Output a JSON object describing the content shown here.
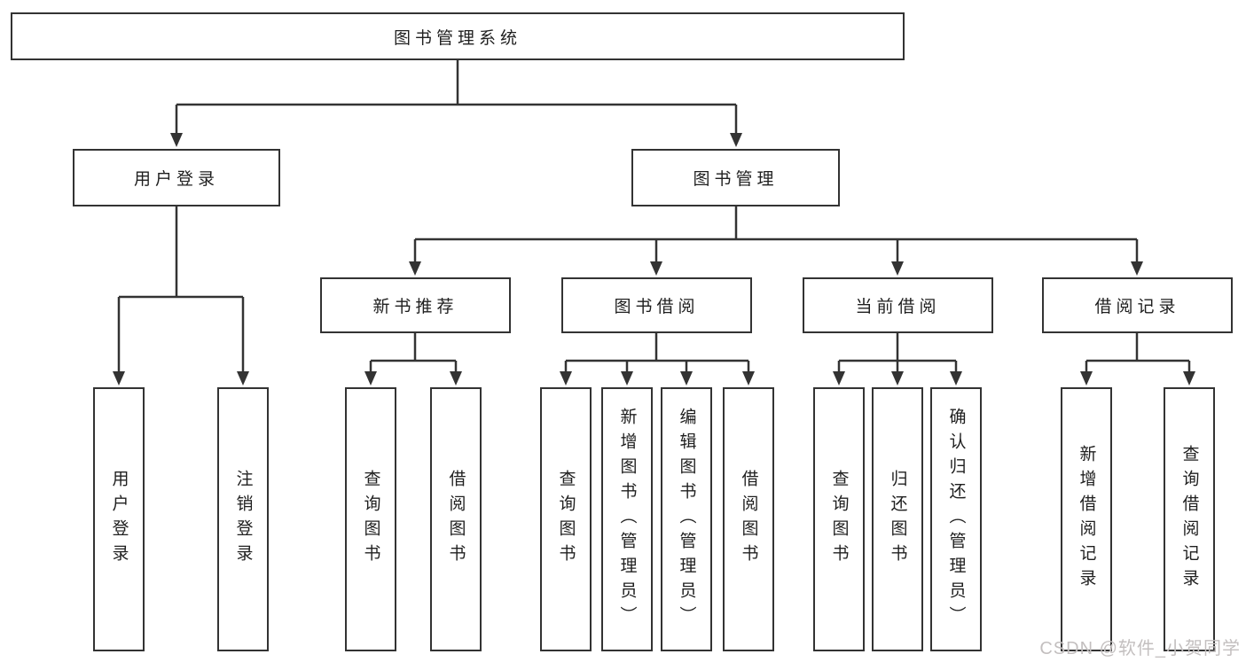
{
  "diagram_title": "图书管理系统",
  "tree": {
    "root": {
      "label": "图书管理系统",
      "children": [
        {
          "label": "用户登录",
          "children": [
            {
              "label": "用户登录"
            },
            {
              "label": "注销登录"
            }
          ]
        },
        {
          "label": "图书管理",
          "children": [
            {
              "label": "新书推荐",
              "children": [
                {
                  "label": "查询图书"
                },
                {
                  "label": "借阅图书"
                }
              ]
            },
            {
              "label": "图书借阅",
              "children": [
                {
                  "label": "查询图书"
                },
                {
                  "label": "新增图书（管理员）"
                },
                {
                  "label": "编辑图书（管理员）"
                },
                {
                  "label": "借阅图书"
                }
              ]
            },
            {
              "label": "当前借阅",
              "children": [
                {
                  "label": "查询图书"
                },
                {
                  "label": "归还图书"
                },
                {
                  "label": "确认归还（管理员）"
                }
              ]
            },
            {
              "label": "借阅记录",
              "children": [
                {
                  "label": "新增借阅记录"
                },
                {
                  "label": "查询借阅记录"
                }
              ]
            }
          ]
        }
      ]
    }
  },
  "watermark": {
    "text": "CSDN @软件_小贺同学"
  },
  "colors": {
    "line": "#333333",
    "box_border": "#333333",
    "text": "#1f1f1f",
    "watermark": "#c3bfbf",
    "background": "#ffffff"
  }
}
